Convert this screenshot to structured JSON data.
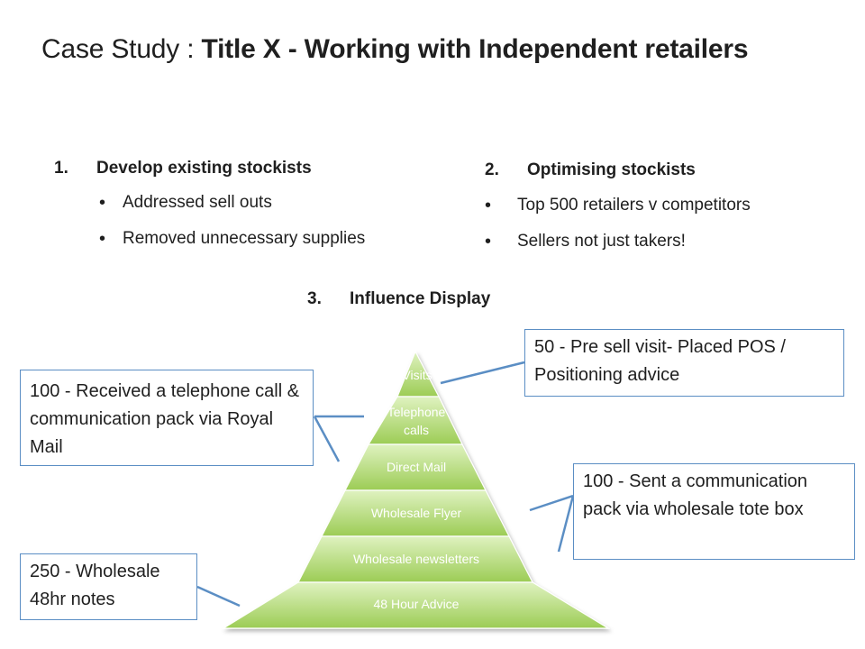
{
  "title": {
    "prefix": "Case Study  : ",
    "bold": "Title X - Working with Independent retailers"
  },
  "sections": {
    "s1": {
      "num": "1.",
      "heading": "Develop existing stockists",
      "bullets": [
        "Addressed sell outs",
        "Removed unnecessary supplies"
      ]
    },
    "s2": {
      "num": "2.",
      "heading": "Optimising stockists",
      "bullets": [
        "Top 500 retailers v  competitors",
        "Sellers not just takers!"
      ]
    },
    "s3": {
      "num": "3.",
      "heading": "Influence Display"
    }
  },
  "pyramid": {
    "levels": [
      "Visits",
      "Telephone calls",
      "Direct Mail",
      "Wholesale Flyer",
      "Wholesale newsletters",
      "48 Hour Advice"
    ],
    "level_1_line1": "Telephone",
    "level_1_line2": "calls"
  },
  "callouts": {
    "telephone": "100 -  Received a telephone call & communication pack via Royal Mail",
    "presell": "50 - Pre sell visit- Placed POS / Positioning advice",
    "tote": "100 - Sent a communication pack via wholesale tote box",
    "wholesale": "250 - Wholesale 48hr notes"
  },
  "colors": {
    "pyramid_light": "#d9efb5",
    "pyramid_dark": "#9fcd5a",
    "pyramid_text": "#ffffff",
    "connector": "#5b8ec4",
    "callout_border": "#5b8ec4"
  }
}
